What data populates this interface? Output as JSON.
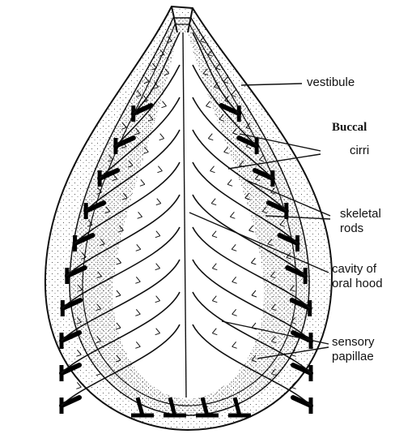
{
  "labels": {
    "vestibule": "vestibule",
    "buccal": "Buccal",
    "cirri": "cirri",
    "skeletal_1": "skeletal",
    "skeletal_2": "rods",
    "cavity_1": "cavity of",
    "cavity_2": "oral hood",
    "sensory_1": "sensory",
    "sensory_2": "papillae"
  },
  "colors": {
    "ink": "#111111",
    "paper": "#ffffff"
  }
}
